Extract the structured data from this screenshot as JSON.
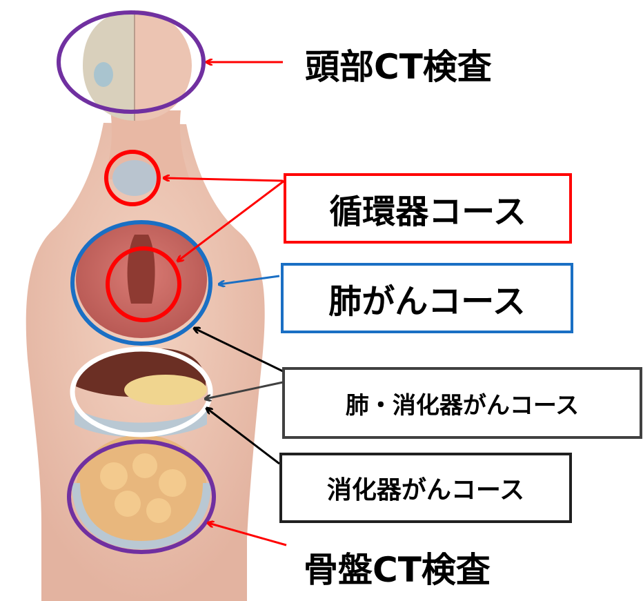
{
  "colors": {
    "head_ring": "#7030a0",
    "circulatory_ring": "#ff0000",
    "lung_ring": "#1a6fc4",
    "lung_digestive_ring": "#ffffff",
    "digestive_ring": "#7030a0",
    "circulatory_box": "#ff0000",
    "lung_box": "#1a6fc4",
    "lung_digestive_box": "#404040",
    "digestive_box": "#202020",
    "arrow_red": "#ff0000",
    "arrow_blue": "#1a6fc4",
    "arrow_black": "#000000",
    "arrow_gray": "#404040"
  },
  "labels": {
    "head_ct": "頭部CT検査",
    "circulatory": "循環器コース",
    "lung_cancer": "肺がんコース",
    "lung_digestive": "肺・消化器がんコース",
    "digestive_cancer": "消化器がんコース",
    "pelvic_ct": "骨盤CT検査"
  }
}
